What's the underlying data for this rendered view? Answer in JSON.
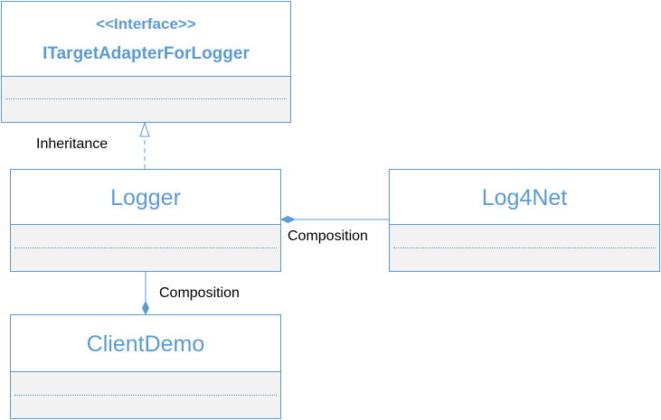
{
  "interface_box": {
    "stereotype": "<<Interface>>",
    "name": "ITargetAdapterForLogger"
  },
  "logger_box": {
    "name": "Logger"
  },
  "log4net_box": {
    "name": "Log4Net"
  },
  "client_box": {
    "name": "ClientDemo"
  },
  "relations": {
    "inheritance": "Inheritance",
    "composition_log4net": "Composition",
    "composition_client": "Composition"
  },
  "colors": {
    "accent": "#5b9bd5",
    "compartment_fill": "#f2f2f2",
    "label_text": "#000000"
  }
}
